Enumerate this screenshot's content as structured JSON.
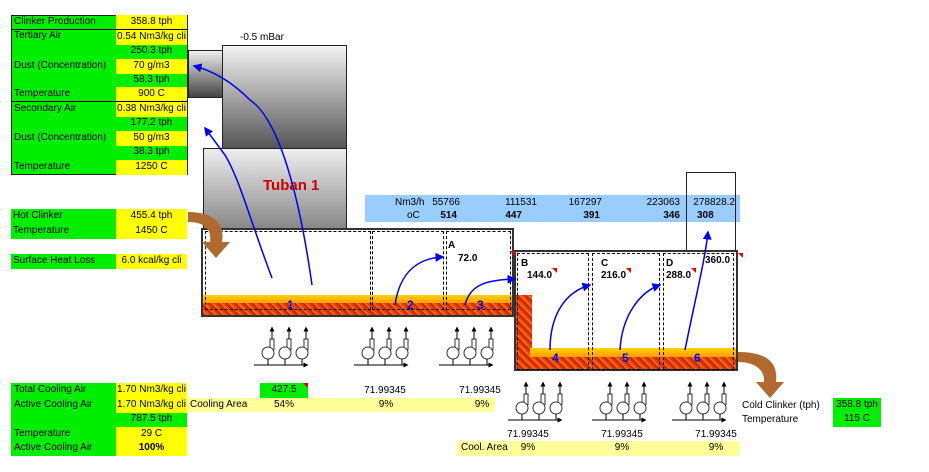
{
  "left_table": {
    "clinker_production": {
      "label": "Clinker Production",
      "value": "358.8 tph"
    },
    "tertiary_air": {
      "label": "Tertiary Air",
      "value": "0.54 Nm3/kg cli",
      "flow": "250.3 tph",
      "dust_label": "Dust (Concentration)",
      "dust": "70 g/m3",
      "dust_flow": "58.3 tph",
      "temp_label": "Temperature",
      "temp": "900  C"
    },
    "secondary_air": {
      "label": "Secondary Air",
      "value": "0.38 Nm3/kg cli",
      "flow": "177.2 tph",
      "dust_label": "Dust (Concentration)",
      "dust": "50 g/m3",
      "dust_flow": "38.3 tph",
      "temp_label": "Temperature",
      "temp": "1250  C"
    },
    "hot_clinker": {
      "label": "Hot Clinker",
      "value": "455.4 tph",
      "temp_label": "Temperature",
      "temp": "1450  C"
    },
    "surface_heat_loss": {
      "label": "Surface Heat Loss",
      "value": "6.0 kcal/kg cli"
    }
  },
  "diagram": {
    "pressure": "-0.5 mBar",
    "title": "Tuban 1",
    "zones": [
      {
        "label": "A",
        "value": "72.0"
      },
      {
        "label": "B",
        "value": "144.0"
      },
      {
        "label": "C",
        "value": "216.0"
      },
      {
        "label": "D",
        "value": "288.0"
      },
      {
        "label": "",
        "value": "360.0"
      }
    ],
    "fans": [
      "1",
      "2",
      "3",
      "4",
      "5",
      "6"
    ]
  },
  "flow_band": {
    "unit1": "Nm3/h",
    "unit2": "oC",
    "flows": [
      "55766",
      "111531",
      "167297",
      "223063",
      "278828.2"
    ],
    "temps": [
      "514",
      "447",
      "391",
      "346",
      "308"
    ]
  },
  "bottom_table": {
    "total_cooling_air": {
      "label": "Total Cooling Air",
      "value": "1.70 Nm3/kg cli"
    },
    "active_cooling_air": {
      "label": "Active Cooling Air",
      "value": "1.70 Nm3/kg cli"
    },
    "flow": "787.5 tph",
    "temperature": {
      "label": "Temperature",
      "value": "29  C"
    },
    "active_pct": {
      "label": "Active Cooling Air",
      "value": "100%"
    }
  },
  "cooling_area": {
    "label": "Cooling Area",
    "first_flow": "427.5",
    "flows_top": [
      "71.99345",
      "71.99345"
    ],
    "pcts_top": [
      "54%",
      "9%",
      "9%"
    ],
    "label2": "Cool. Area",
    "flows_bottom": [
      "71.99345",
      "71.99345",
      "71.99345"
    ],
    "pcts_bottom": [
      "9%",
      "9%",
      "9%"
    ]
  },
  "cold_clinker": {
    "label": "Cold Clinker (tph)",
    "temp_label": "Temperature",
    "value": "358.8 tph",
    "temp": "115  C"
  },
  "colors": {
    "green": "#00ee00",
    "yellow": "#ffff00",
    "band": "#99ccff"
  }
}
